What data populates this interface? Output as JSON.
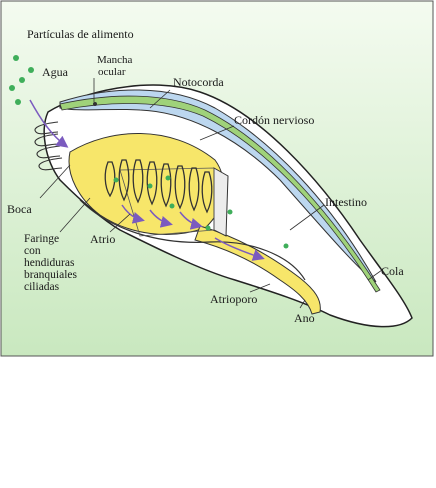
{
  "labels": {
    "food_particles": "Partículas de alimento",
    "water": "Agua",
    "eyespot_line1": "Mancha",
    "eyespot_line2": "ocular",
    "notochord": "Notocorda",
    "nerve_cord": "Cordón nervioso",
    "mouth": "Boca",
    "pharynx_line1": "Faringe",
    "pharynx_line2": "con",
    "pharynx_line3": "hendiduras",
    "pharynx_line4": "branquiales",
    "pharynx_line5": "ciliadas",
    "atrium": "Atrio",
    "intestine": "Intestino",
    "tail": "Cola",
    "atriopore": "Atrioporo",
    "anus": "Ano"
  },
  "colors": {
    "background_top": "#f4fbf0",
    "background_bottom": "#c9e8bf",
    "body_fill": "#ffffff",
    "body_outline": "#222222",
    "notochord": "#bcd7ef",
    "nerve_cord": "#9fd27a",
    "pharynx": "#f7e66a",
    "intestine": "#f7e66a",
    "particles": "#3fae5a",
    "arrows": "#7b5bbf"
  }
}
